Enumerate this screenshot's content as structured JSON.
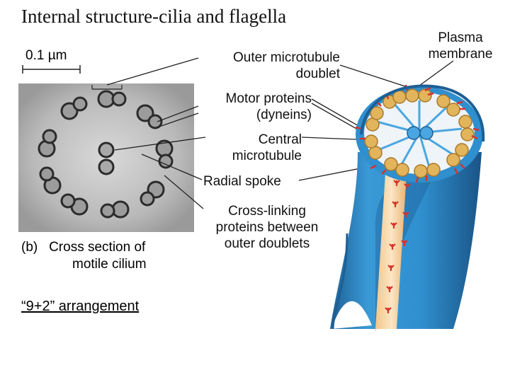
{
  "title": "Internal structure-cilia and flagella",
  "scale_bar": {
    "label": "0.1 µm"
  },
  "labels": {
    "outer_doublet": [
      "Outer microtubule",
      "doublet"
    ],
    "motor_proteins": [
      "Motor proteins",
      "(dyneins)"
    ],
    "central_microtubule": [
      "Central",
      "microtubule"
    ],
    "radial_spoke": "Radial spoke",
    "cross_linking": [
      "Cross-linking",
      "proteins between",
      "outer doublets"
    ],
    "plasma_membrane": [
      "Plasma",
      "membrane"
    ]
  },
  "caption": {
    "part": "(b)",
    "line1": "Cross section of",
    "line2": "motile cilium"
  },
  "arrangement": "“9+2” arrangement",
  "colors": {
    "membrane_blue": "#2f8fcf",
    "membrane_dark": "#1d5f94",
    "doublet_tan": "#e2b45c",
    "dynein_red": "#d8322a",
    "spoke_blue": "#4aa6e0",
    "interior": "#eef4f8"
  }
}
